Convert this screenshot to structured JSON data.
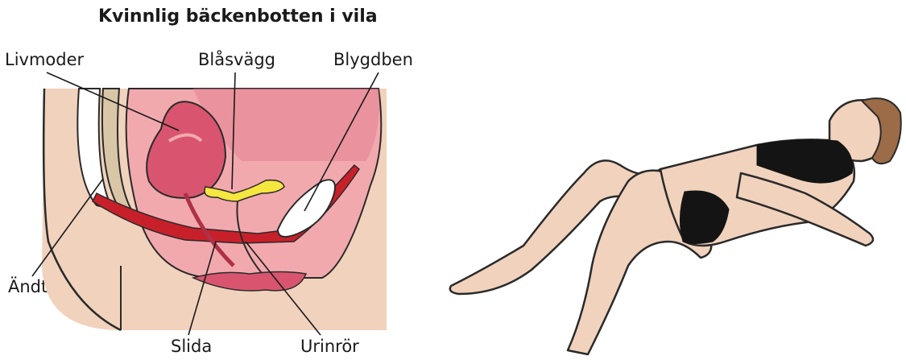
{
  "diagram": {
    "title": "Kvinnlig bäckenbotten i vila",
    "labels": {
      "livmoder": "Livmoder",
      "blasvagg": "Blåsvägg",
      "blygdben": "Blygdben",
      "andtarm": "Ändtarm",
      "slida": "Slida",
      "urinror": "Urinrör"
    }
  },
  "colors": {
    "skin": "#f1d2bd",
    "tissue_pink": "#f2a9ae",
    "uterus": "#d9556f",
    "muscle_red": "#c8202a",
    "urethra_yellow": "#f5e640",
    "bone_white": "#ffffff",
    "spine_beige": "#d8c6a6",
    "outline": "#2a2a2a",
    "swimsuit": "#141414"
  }
}
